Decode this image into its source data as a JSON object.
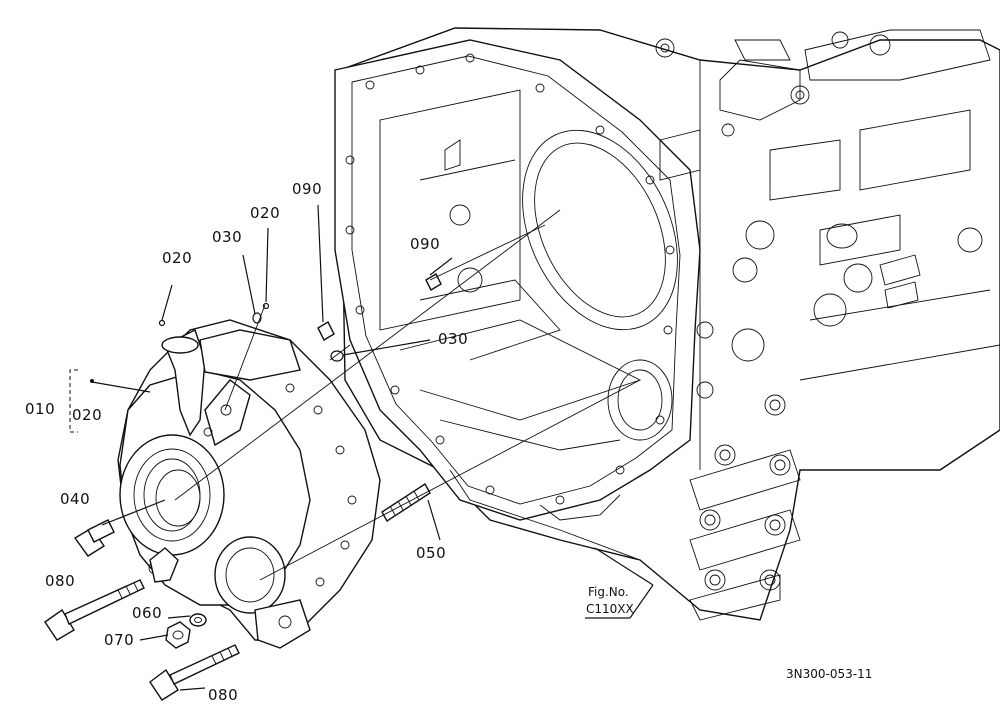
{
  "labels": {
    "p010": "010",
    "p020_a": "020",
    "p020_b": "020",
    "p020_c": "020",
    "p030_a": "030",
    "p030_b": "030",
    "p040": "040",
    "p050": "050",
    "p060": "060",
    "p070": "070",
    "p080_a": "080",
    "p080_b": "080",
    "p090_a": "090",
    "p090_b": "090"
  },
  "figure": {
    "fig_no_label": "Fig.No.",
    "fig_no_value": "C110XX",
    "drawing_code": "3N300-053-11"
  }
}
